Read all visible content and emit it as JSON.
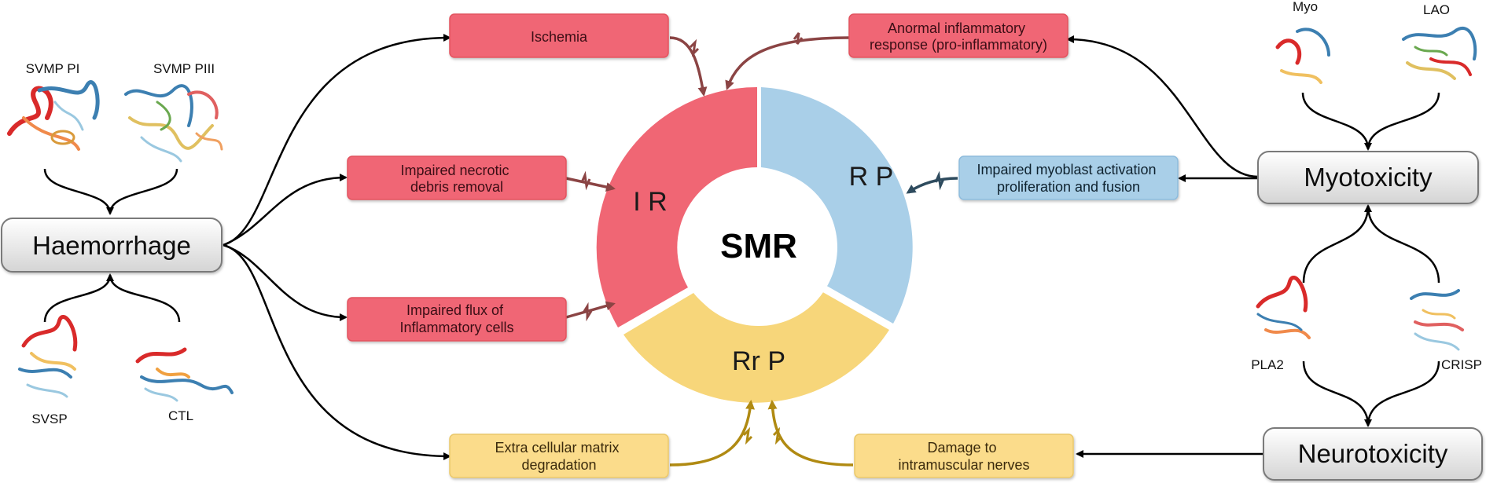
{
  "center": {
    "label": "SMR"
  },
  "segments": [
    {
      "id": "ir",
      "label": "I R",
      "color": "#f06674"
    },
    {
      "id": "rp",
      "label": "R P",
      "color": "#a9cfe8"
    },
    {
      "id": "rrp",
      "label": "Rr P",
      "color": "#f7d67a"
    }
  ],
  "sources": [
    {
      "id": "haemorrhage",
      "label": "Haemorrhage"
    },
    {
      "id": "myotoxicity",
      "label": "Myotoxicity"
    },
    {
      "id": "neurotoxicity",
      "label": "Neurotoxicity"
    }
  ],
  "toxins": [
    {
      "id": "svmp-pi",
      "label": "SVMP PI"
    },
    {
      "id": "svmp-piii",
      "label": "SVMP PIII"
    },
    {
      "id": "svsp",
      "label": "SVSP"
    },
    {
      "id": "ctl",
      "label": "CTL"
    },
    {
      "id": "myo",
      "label": "Myo"
    },
    {
      "id": "lao",
      "label": "LAO"
    },
    {
      "id": "pla2",
      "label": "PLA2"
    },
    {
      "id": "crisp",
      "label": "CRISP"
    }
  ],
  "effects": [
    {
      "id": "ischemia",
      "lines": [
        "Ischemia"
      ],
      "color": "#f06674",
      "border": "#e2525f",
      "text": "#3a1015"
    },
    {
      "id": "necrotic",
      "lines": [
        "Impaired necrotic",
        "debris removal"
      ],
      "color": "#f06674",
      "border": "#e2525f",
      "text": "#3a1015"
    },
    {
      "id": "flux",
      "lines": [
        "Impaired flux of",
        "Inflammatory cells"
      ],
      "color": "#f06674",
      "border": "#e2525f",
      "text": "#3a1015"
    },
    {
      "id": "ecm",
      "lines": [
        "Extra cellular matrix",
        "degradation"
      ],
      "color": "#fbdc8b",
      "border": "#eac86a",
      "text": "#3a2a08"
    },
    {
      "id": "inflammatory",
      "lines": [
        "Anormal inflammatory",
        "response (pro-inflammatory)"
      ],
      "color": "#f06674",
      "border": "#e2525f",
      "text": "#3a1015"
    },
    {
      "id": "myoblast",
      "lines": [
        "Impaired myoblast activation",
        "proliferation and fusion"
      ],
      "color": "#a9cfe8",
      "border": "#8dbbdc",
      "text": "#10202e"
    },
    {
      "id": "nerves",
      "lines": [
        "Damage to",
        "intramuscular nerves"
      ],
      "color": "#fbdc8b",
      "border": "#eac86a",
      "text": "#3a2a08"
    }
  ],
  "colors": {
    "red_arrow": "#8b4444",
    "blue_arrow": "#2e4b5e",
    "gold_arrow": "#b08a12",
    "black_arrow": "#000000"
  }
}
